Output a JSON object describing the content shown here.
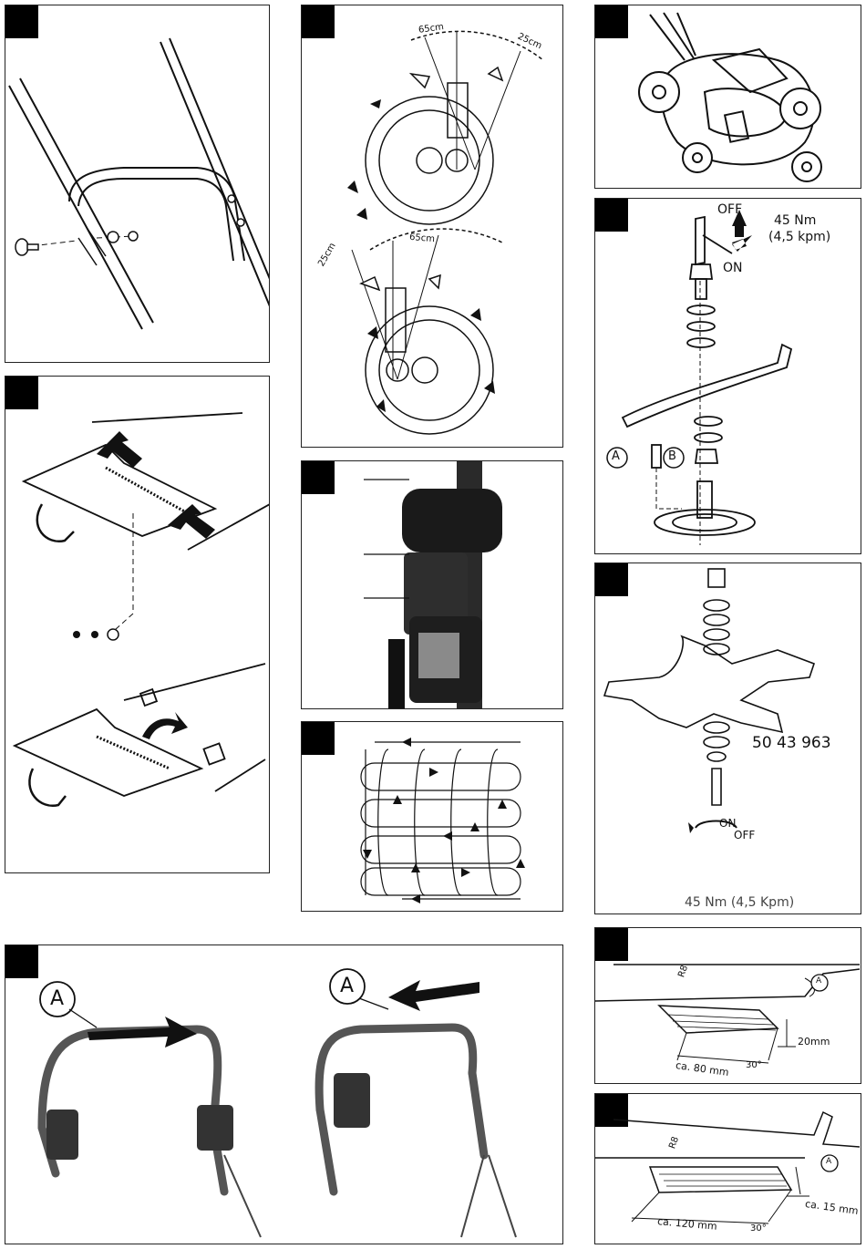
{
  "figures": {
    "fig1": {
      "name": "handle-mounting"
    },
    "fig2": {
      "name": "cutting-height-adjust",
      "top_left": "65cm",
      "top_right": "25cm",
      "bottom_left": "25cm",
      "bottom_right": "65cm"
    },
    "fig3": {
      "name": "blade-access"
    },
    "fig4": {
      "name": "grass-catcher-flap"
    },
    "fig5": {
      "name": "handle-controls-photo"
    },
    "fig6": {
      "name": "blade-removal",
      "off": "OFF",
      "on": "ON",
      "torque": "45 Nm",
      "torque_kpm": "(4,5 kpm)",
      "label_a": "A",
      "label_b": "B"
    },
    "fig7": {
      "name": "mowing-pattern"
    },
    "fig8": {
      "name": "mulch-blade",
      "part_no": "50 43 963",
      "on": "ON",
      "off": "OFF",
      "torque": "45 Nm (4,5 Kpm)"
    },
    "fig9": {
      "name": "handle-brake-photos",
      "label_left": "A",
      "label_right": "A"
    },
    "fig10": {
      "name": "blade-sharpen-1",
      "radius": "R8",
      "width": "ca. 80 mm",
      "depth": "20mm",
      "angle": "30°",
      "label": "A"
    },
    "fig11": {
      "name": "blade-sharpen-2",
      "radius": "R8",
      "width": "ca. 120 mm",
      "depth": "ca. 15 mm",
      "angle": "30°",
      "label": "A"
    }
  },
  "colors": {
    "ink": "#111111",
    "tab": "#000000",
    "photo": "#3a3a3a"
  }
}
